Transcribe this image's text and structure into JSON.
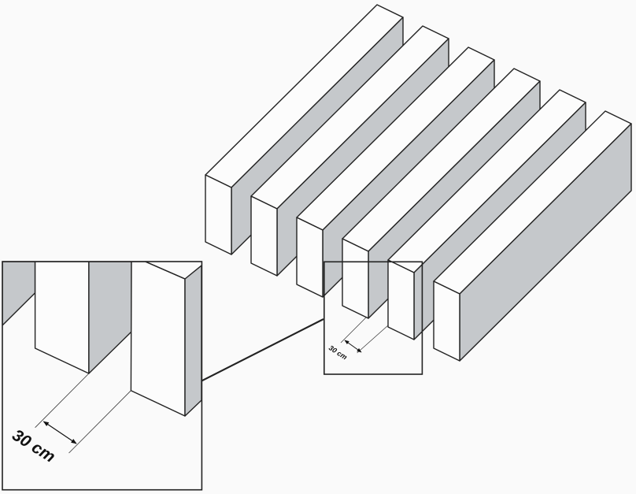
{
  "diagram": {
    "block_count": 6,
    "inset_label": "30 cm",
    "detail_label": "30 cm"
  },
  "colors": {
    "face": "#fcfcfc",
    "shade": "#c5c8cb",
    "stroke": "#222222"
  }
}
